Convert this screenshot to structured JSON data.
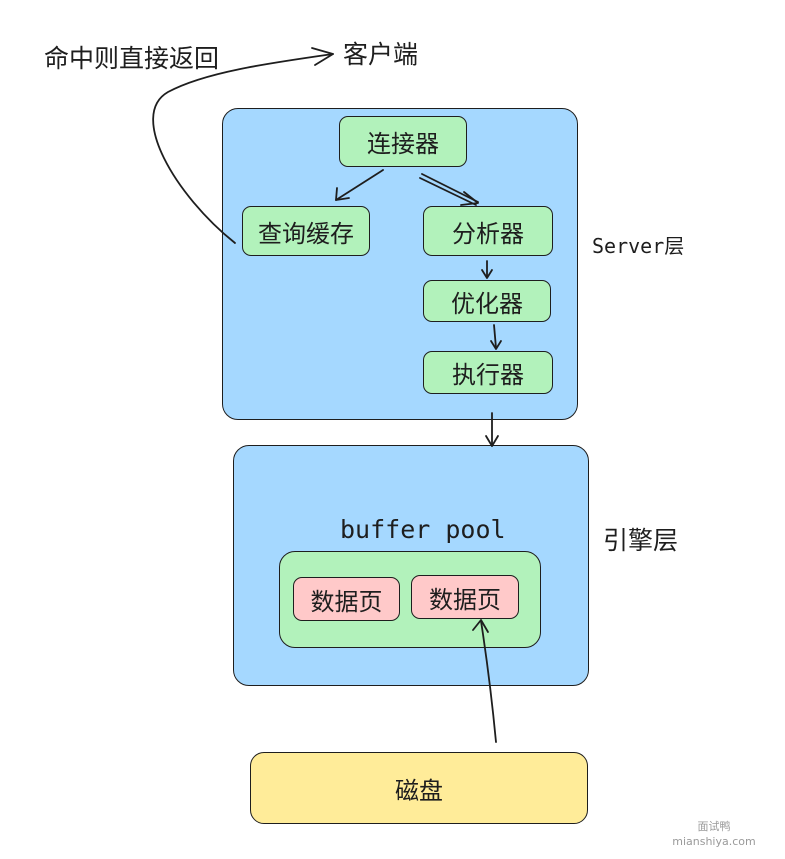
{
  "labels": {
    "hit_return": "命中则直接返回",
    "client": "客户端",
    "server_layer": "Server层",
    "engine_layer": "引擎层",
    "buffer_pool": "buffer pool"
  },
  "nodes": {
    "connector": "连接器",
    "query_cache": "查询缓存",
    "analyzer": "分析器",
    "optimizer": "优化器",
    "executor": "执行器",
    "data_page_1": "数据页",
    "data_page_2": "数据页",
    "disk": "磁盘"
  },
  "watermark": {
    "line1": "面试鸭",
    "line2": "mianshiya.com"
  },
  "colors": {
    "layer_blue": "#a5d8ff",
    "node_green": "#b2f2bb",
    "page_pink": "#ffc9c9",
    "disk_yellow": "#ffec99",
    "stroke": "#1e1e1e"
  }
}
